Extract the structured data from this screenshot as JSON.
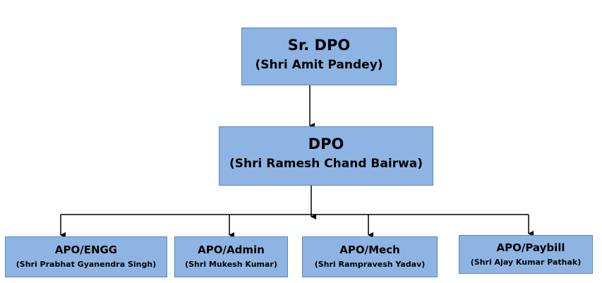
{
  "org_chart": {
    "top": {
      "title": "Sr. DPO",
      "name": "(Shri Amit Pandey)"
    },
    "middle": {
      "title": "DPO",
      "name": "(Shri Ramesh Chand Bairwa)"
    },
    "children": [
      {
        "title": "APO/ENGG",
        "name": "(Shri Prabhat Gyanendra Singh)"
      },
      {
        "title": "APO/Admin",
        "name": "(Shri Mukesh Kumar)"
      },
      {
        "title": "APO/Mech",
        "name": "(Shri Rampravesh Yadav)"
      },
      {
        "title": "APO/Paybill",
        "name": "(Shri Ajay Kumar Pathak)"
      }
    ]
  },
  "colors": {
    "box_fill": "#8eb4e3",
    "box_border": "#5b86c0",
    "connector": "#000000"
  }
}
